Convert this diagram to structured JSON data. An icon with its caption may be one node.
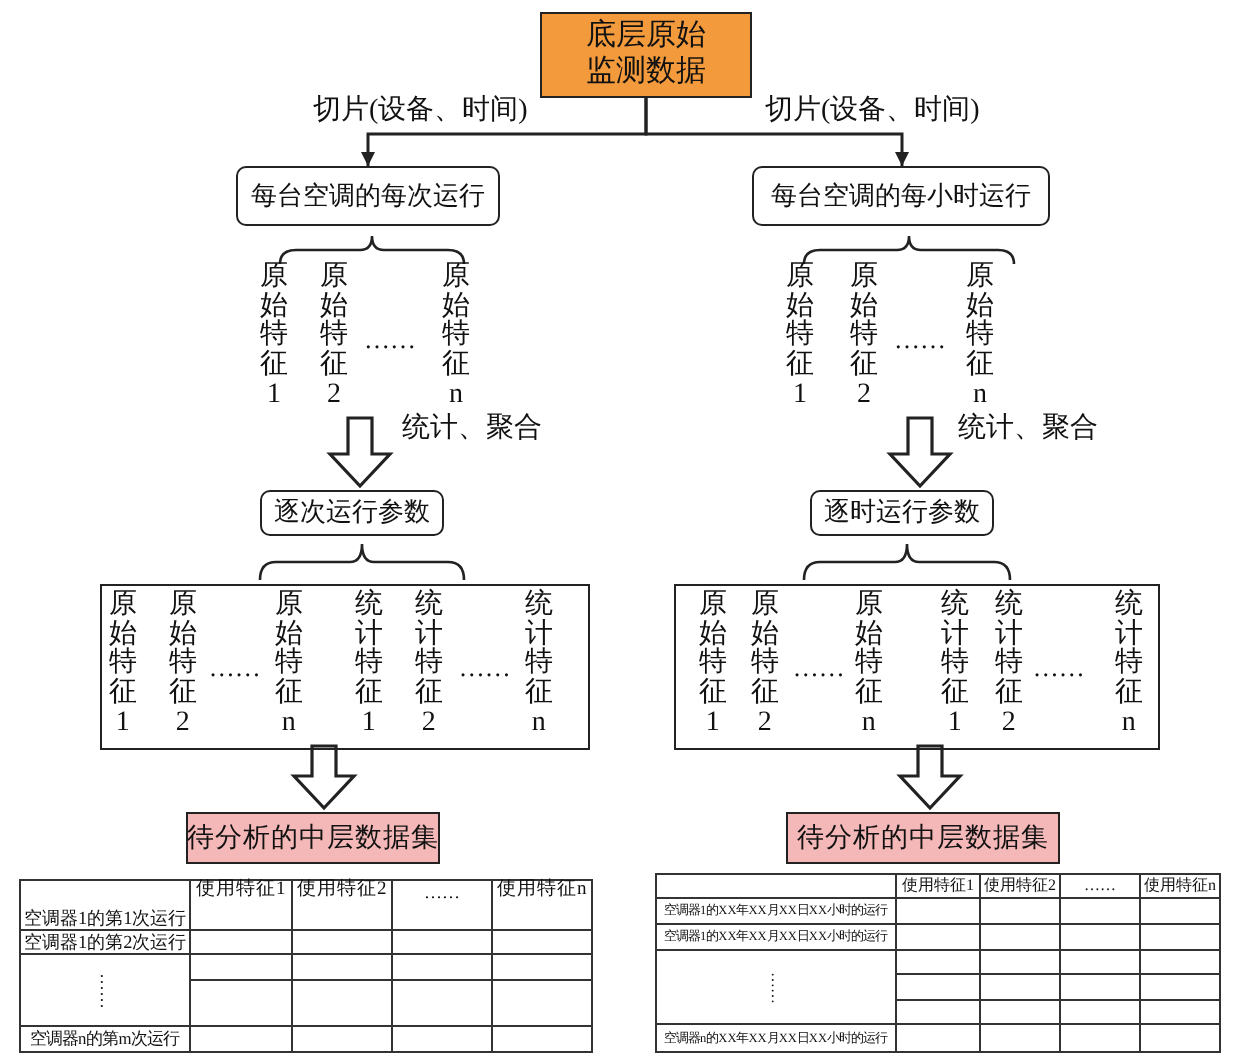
{
  "diagram": {
    "nodes": [
      {
        "text": [
          "底层原始监测数据"
        ]
      },
      {
        "text": [
          "每台空调的每次运行"
        ]
      },
      {
        "text": [
          "每台空调的每小时运行"
        ]
      },
      {
        "text": [
          "原始特征1",
          "原始特征2",
          "……",
          "原始特征n"
        ]
      },
      {
        "text": [
          "逐次运行参数"
        ]
      },
      {
        "text": [
          "原始特征1",
          "原始特征2",
          "……",
          "原始特征n",
          "统计特征1",
          "统计特征2",
          "……",
          "统计特征n"
        ]
      },
      {
        "text": [
          "待分析的中层数据集"
        ]
      },
      {
        "text": [
          "原始特征1",
          "原始特征2",
          "……",
          "原始特征n"
        ]
      },
      {
        "text": [
          "逐时运行参数"
        ]
      },
      {
        "text": [
          "原始特征1",
          "原始特征2",
          "……",
          "原始特征n",
          "统计特征1",
          "统计特征2",
          "……",
          "统计特征n"
        ]
      },
      {
        "text": [
          "待分析的中层数据集"
        ]
      }
    ],
    "edges": [
      {
        "from": 0,
        "to": 1,
        "arrow": "to",
        "label": "切片(设备、时间)"
      },
      {
        "from": 0,
        "to": 2,
        "arrow": "to",
        "label": "切片(设备、时间)"
      },
      {
        "from": 3,
        "to": 4,
        "arrow": "to",
        "style": "thick",
        "label": "统计、聚合"
      },
      {
        "from": 5,
        "to": 6,
        "arrow": "to",
        "style": "thick"
      },
      {
        "from": 7,
        "to": 8,
        "arrow": "to",
        "style": "thick",
        "label": "统计、聚合"
      },
      {
        "from": 9,
        "to": 10,
        "arrow": "to",
        "style": "thick"
      }
    ],
    "labels": [
      "使用特征1",
      "使用特征2",
      "……",
      "使用特征n",
      "空调器1的第1次运行",
      "空调器1的第2次运行",
      "……",
      "空调器n的第m次运行",
      "使用特征1",
      "使用特征2",
      "……",
      "使用特征n",
      "空调器1的XX年XX月XX日XX小时的运行",
      "空调器1的XX年XX月XX日XX小时的运行",
      "……",
      "空调器n的XX年XX月XX日XX小时的运行"
    ]
  }
}
